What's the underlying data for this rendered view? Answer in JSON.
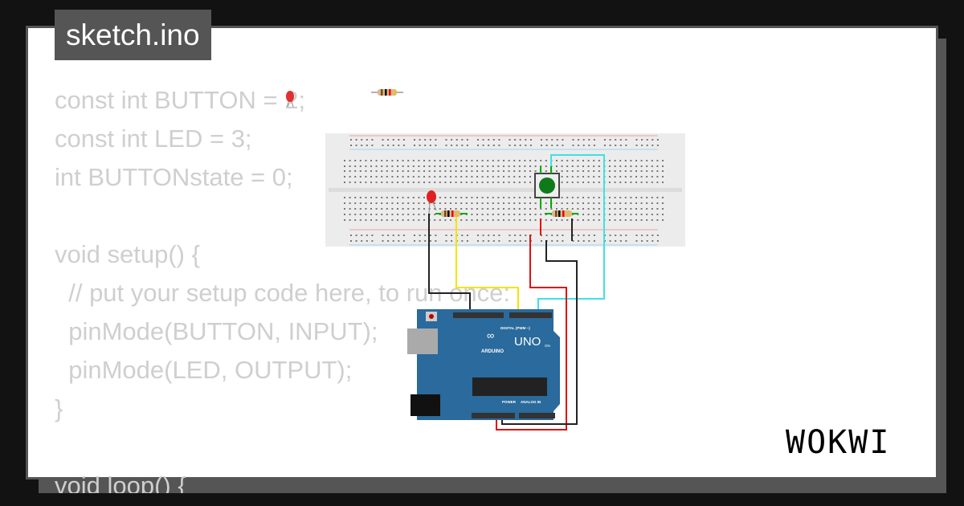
{
  "title": "sketch.ino",
  "code_lines": [
    "const int BUTTON = 2;",
    "const int LED = 3;",
    "int BUTTONstate = 0;",
    "",
    "void setup() {",
    "  // put your setup code here, to run once:",
    "  pinMode(BUTTON, INPUT);",
    "  pinMode(LED, OUTPUT);",
    "}",
    "",
    "void loop() {"
  ],
  "logo": "WOKWI",
  "arduino": {
    "brand": "ARDUINO",
    "model": "UNO",
    "digital_label": "DIGITAL (PWM ~)",
    "power_label": "POWER",
    "analog_label": "ANALOG IN",
    "on_label": "ON"
  },
  "colors": {
    "background": "#121212",
    "frame": "#555555",
    "code": "#cfcfcf",
    "board": "#2a6a9c",
    "wire_cyan": "#3ee0e8",
    "wire_yellow": "#f5e400",
    "wire_red": "#e01010",
    "wire_black": "#222222",
    "button": "#0f7a1a",
    "led": "#e02020"
  }
}
